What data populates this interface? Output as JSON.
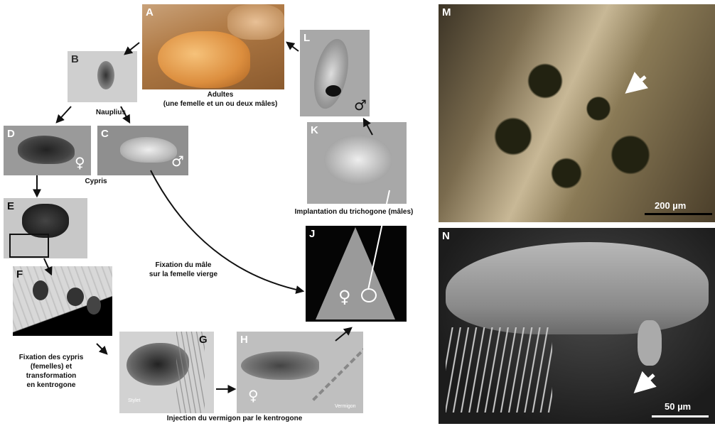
{
  "panels": {
    "A": "A",
    "B": "B",
    "C": "C",
    "D": "D",
    "E": "E",
    "F": "F",
    "G": "G",
    "H": "H",
    "J": "J",
    "K": "K",
    "L": "L",
    "M": "M",
    "N": "N"
  },
  "captions": {
    "adults_line1": "Adultes",
    "adults_line2": "(une femelle et un ou deux mâles)",
    "nauplius": "Nauplius",
    "cypris": "Cypris",
    "trichogone": "Implantation du trichogone (mâles)",
    "male_fix_line1": "Fixation du mâle",
    "male_fix_line2": "sur la femelle vierge",
    "cypris_fix_line1": "Fixation des cypris",
    "cypris_fix_line2": "(femelles) et",
    "cypris_fix_line3": "transformation",
    "cypris_fix_line4": "en kentrogone",
    "injection": "Injection du vermigon par le kentrogone",
    "stylet": "Stylet",
    "vermigon": "Vermigon"
  },
  "symbols": {
    "female": "♀",
    "male": "♂"
  },
  "scale_bars": {
    "M": "200 µm",
    "N": "50 µm"
  }
}
